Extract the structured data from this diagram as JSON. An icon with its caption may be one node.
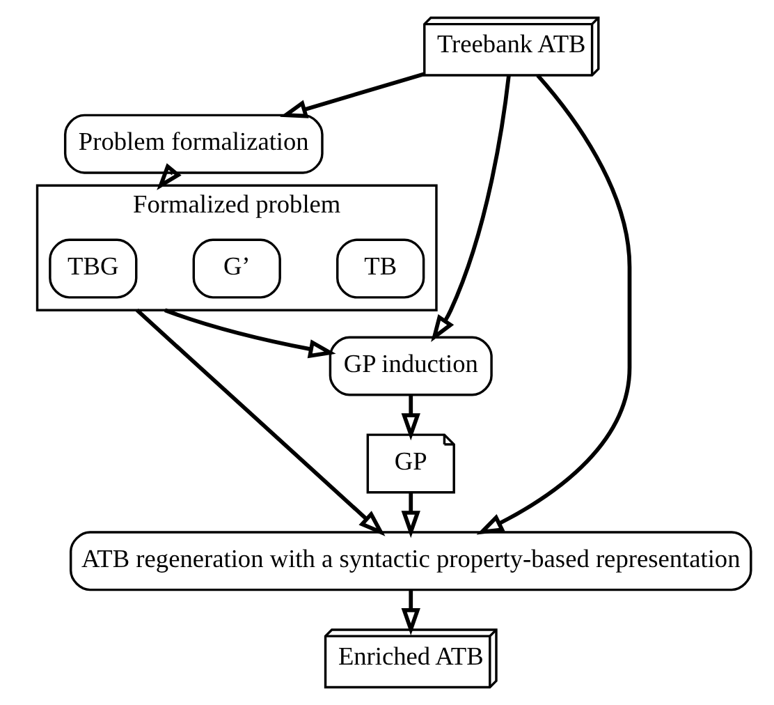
{
  "diagram": {
    "nodes": [
      {
        "text": [
          "Treebank ATB"
        ]
      },
      {
        "text": [
          "Problem formalization"
        ]
      },
      {
        "text": [
          "Formalized problem"
        ]
      },
      {
        "text": [
          "TB"
        ],
        "in": 2
      },
      {
        "text": [
          "G’"
        ],
        "in": 2
      },
      {
        "text": [
          "TBG"
        ],
        "in": 2
      },
      {
        "text": [
          "GP induction"
        ]
      },
      {
        "text": [
          "GP"
        ]
      },
      {
        "text": [
          "ATB regeneration with a syntactic property-based representation"
        ]
      },
      {
        "text": [
          "Enriched ATB"
        ]
      }
    ],
    "edges": [
      {
        "from": 0,
        "to": 1,
        "arrow": "to"
      },
      {
        "from": 1,
        "to": 2,
        "arrow": "to"
      },
      {
        "from": 0,
        "to": 6,
        "arrow": "to"
      },
      {
        "from": 2,
        "to": 6,
        "arrow": "to"
      },
      {
        "from": 6,
        "to": 7,
        "arrow": "to"
      },
      {
        "from": 0,
        "to": 8,
        "arrow": "to"
      },
      {
        "from": 7,
        "to": 8,
        "arrow": "to"
      },
      {
        "from": 2,
        "to": 8,
        "arrow": "to"
      },
      {
        "from": 8,
        "to": 9,
        "arrow": "to"
      }
    ]
  }
}
